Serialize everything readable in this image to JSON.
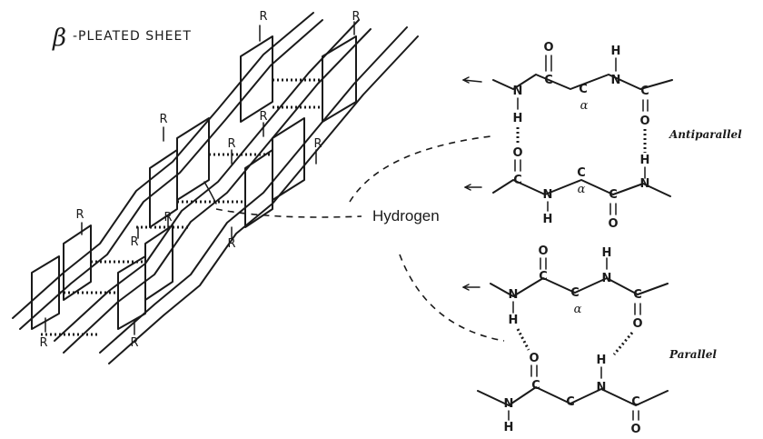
{
  "title": {
    "symbol": "β",
    "text": "-PLEATED SHEET"
  },
  "hydrogen_label": "Hydrogen",
  "antiparallel_label": "Antiparallel",
  "parallel_label": "Parallel",
  "side_chain_label": "R",
  "atoms": {
    "nitrogen": "N",
    "carbon": "C",
    "oxygen": "O",
    "hydrogen": "H",
    "alpha": "α"
  }
}
